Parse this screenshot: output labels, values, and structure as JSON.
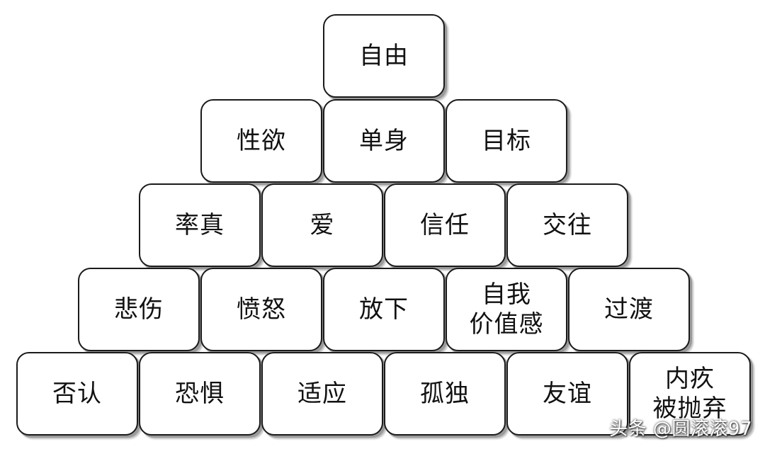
{
  "pyramid": {
    "rows": [
      {
        "blocks": [
          "自由"
        ]
      },
      {
        "blocks": [
          "性欲",
          "单身",
          "目标"
        ]
      },
      {
        "blocks": [
          "率真",
          "爱",
          "信任",
          "交往"
        ]
      },
      {
        "blocks": [
          "悲伤",
          "愤怒",
          "放下",
          "自我\n价值感",
          "过渡"
        ]
      },
      {
        "blocks": [
          "否认",
          "恐惧",
          "适应",
          "孤独",
          "友谊",
          "内疚\n被抛弃"
        ]
      }
    ]
  },
  "watermark": "头条 @圆滚滚97"
}
